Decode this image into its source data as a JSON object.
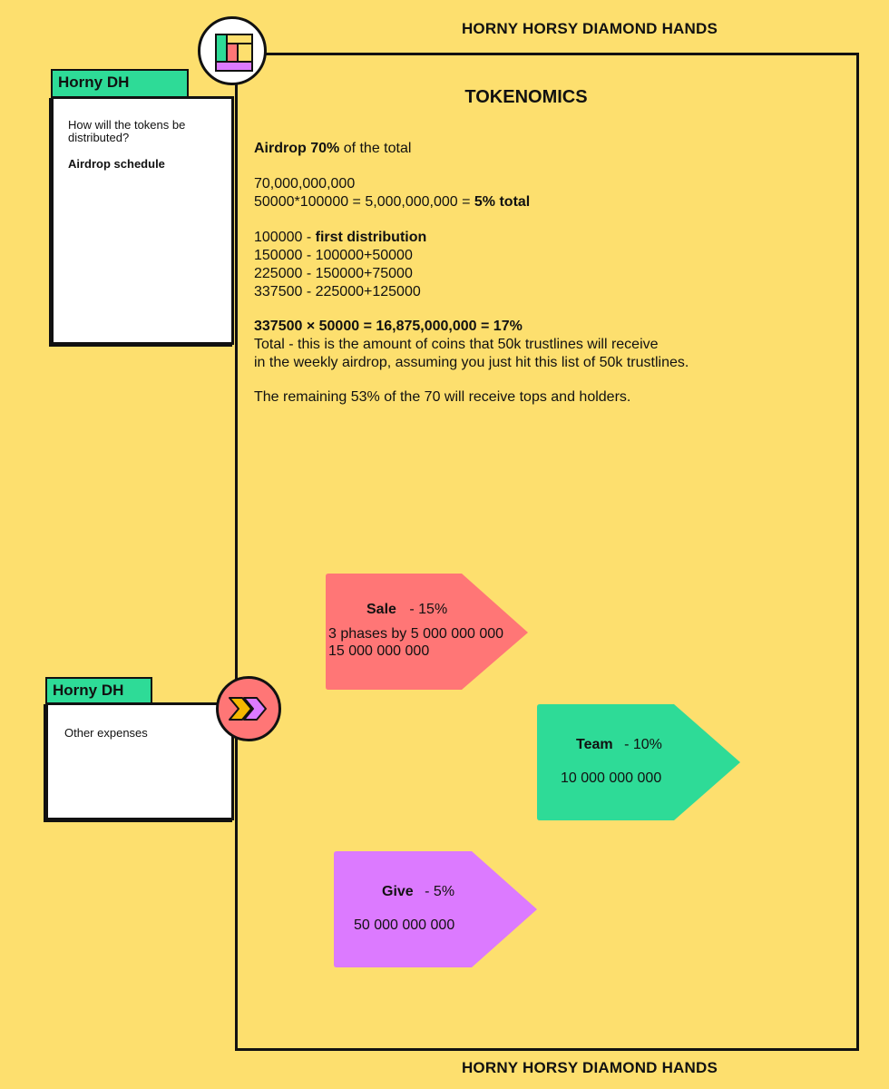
{
  "header": {
    "title": "HORNY HORSY DIAMOND HANDS"
  },
  "footer": {
    "title": "HORNY HORSY DIAMOND HANDS"
  },
  "colors": {
    "background": "#FDDF6E",
    "green": "#2EDB97",
    "coral": "#FF7676",
    "purple": "#DC7AFF",
    "dark": "#111111"
  },
  "icons": {
    "logo": "layout-grid-icon",
    "arrows": "double-chevron-icon"
  },
  "cards": [
    {
      "tag": "Horny DH",
      "question": "How will the tokens be distributed?",
      "answer": "Airdrop schedule"
    },
    {
      "tag": "Horny DH",
      "question": "Other expenses"
    }
  ],
  "tokenomics": {
    "title": "TOKENOMICS",
    "airdrop_bold": "Airdrop 70%",
    "airdrop_rest": " of the total",
    "total_supply": "70,000,000,000",
    "calc_plain": "50000*100000 = 5,000,000,000 = ",
    "calc_bold": "5% total",
    "dist_1_plain": "100000 - ",
    "dist_1_bold": "first distribution",
    "dist_2": "150000 - 100000+50000",
    "dist_3": "225000 - 150000+75000",
    "dist_4": "337500 - 225000+125000",
    "summary_bold": "337500 × 50000 = 16,875,000,000 = 17%",
    "summary_line1": "Total - this is the amount of coins that 50k trustlines will receive",
    "summary_line2": "in the weekly airdrop, assuming you just hit this list of 50k trustlines.",
    "remaining": "The remaining 53% of the 70 will receive tops and holders."
  },
  "allocations": [
    {
      "name": "Sale",
      "percent": "- 15%",
      "line1": "3 phases by 5 000 000 000",
      "line2": "15 000 000 000",
      "color": "#FF7676"
    },
    {
      "name": "Team",
      "percent": "-  10%",
      "line1": "10 000 000 000",
      "color": "#2EDB97"
    },
    {
      "name": "Give",
      "percent": "-  5%",
      "line1": "50 000 000 000",
      "color": "#DC7AFF"
    }
  ]
}
